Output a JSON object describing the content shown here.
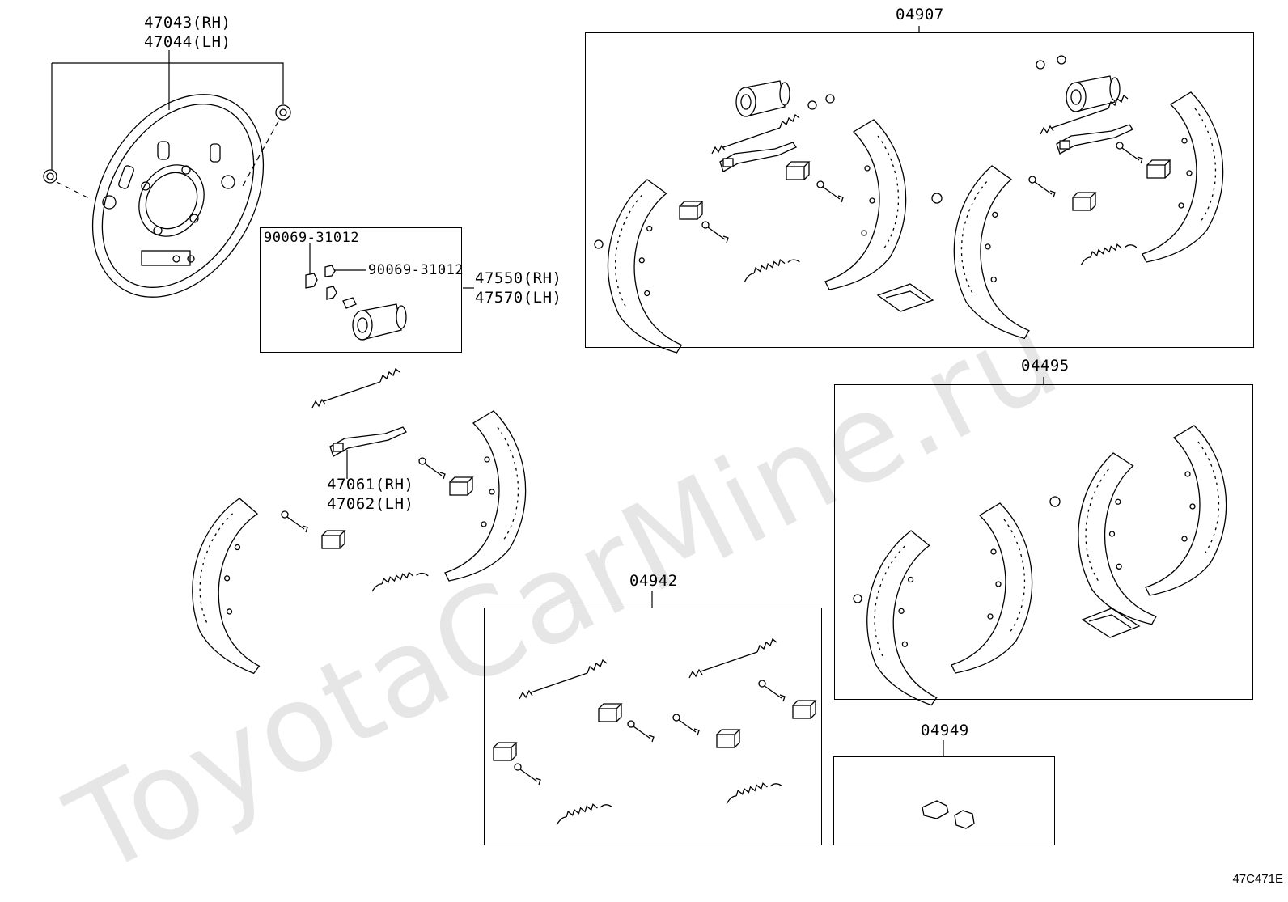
{
  "watermark": "ToyotaCarMine.ru",
  "diagram_code": "47C471E",
  "labels": {
    "plate_rh": "47043(RH)",
    "plate_lh": "47044(LH)",
    "bolt_a": "90069-31012",
    "bolt_b": "90069-31012",
    "cyl_rh": "47550(RH)",
    "cyl_lh": "47570(LH)",
    "adj_rh": "47061(RH)",
    "adj_lh": "47062(LH)",
    "kit_04907": "04907",
    "kit_04495": "04495",
    "kit_04942": "04942",
    "kit_04949": "04949"
  }
}
